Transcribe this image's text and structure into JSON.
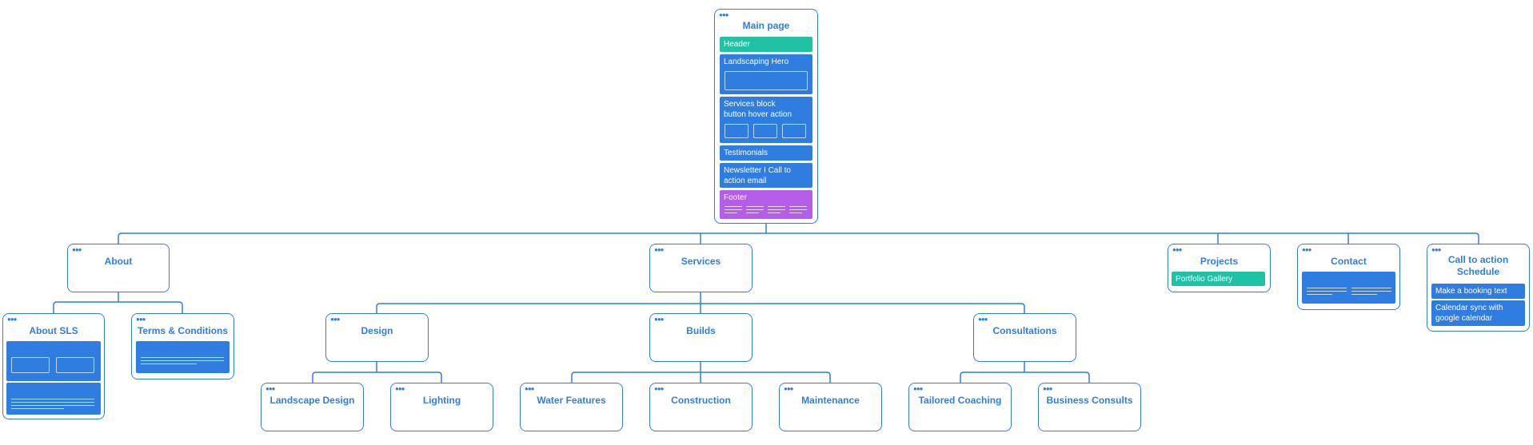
{
  "colors": {
    "accent": "#2f7de1",
    "teal": "#1fc2a4",
    "purple": "#b35de8"
  },
  "icon": "three-dots-icon",
  "main": {
    "title": "Main page",
    "header": "Header",
    "hero": "Landscaping Hero",
    "services": "Services block\nbutton hover action",
    "testimonials": "Testimonials",
    "newsletter": "Newsletter I Call to action email",
    "footer": "Footer"
  },
  "nodes": {
    "about": "About",
    "services": "Services",
    "projects": "Projects",
    "contact": "Contact",
    "cta": "Call to action Schedule",
    "about_sls": "About SLS",
    "terms": "Terms & Conditions",
    "design": "Design",
    "builds": "Builds",
    "consultations": "Consultations",
    "landscape_design": "Landscape Design",
    "lighting": "Lighting",
    "water_features": "Water Features",
    "construction": "Construction",
    "maintenance": "Maintenance",
    "tailored_coaching": "Tailored Coaching",
    "business_consults": "Business Consults"
  },
  "projects_block": "Portfolio Gallery",
  "cta_blocks": {
    "booking": "Make a booking text",
    "calendar": "Calendar sync with google calendar"
  }
}
